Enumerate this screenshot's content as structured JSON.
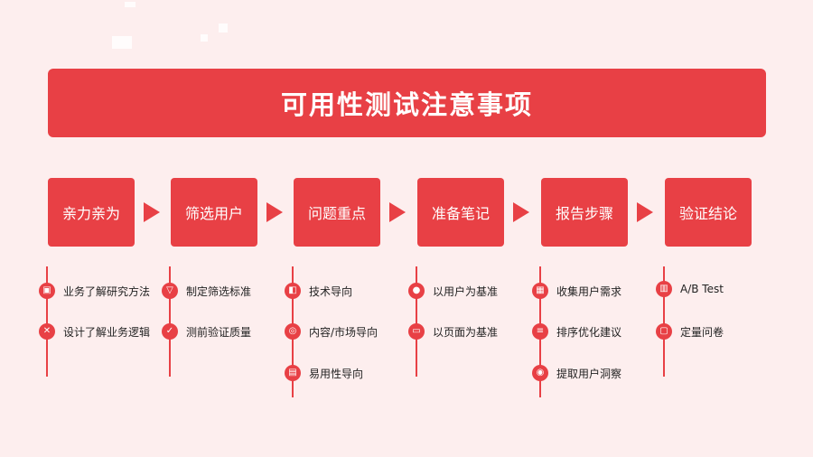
{
  "title": "可用性测试注意事项",
  "colors": {
    "accent": "#e84045",
    "background": "#fdeeee",
    "text": "#222222"
  },
  "steps": [
    {
      "label": "亲力亲为",
      "items": [
        {
          "icon": "briefcase-icon",
          "label": "业务了解研究方法"
        },
        {
          "icon": "tools-icon",
          "label": "设计了解业务逻辑"
        }
      ]
    },
    {
      "label": "筛选用户",
      "items": [
        {
          "icon": "funnel-icon",
          "label": "制定筛选标准"
        },
        {
          "icon": "check-document-icon",
          "label": "测前验证质量"
        }
      ]
    },
    {
      "label": "问题重点",
      "items": [
        {
          "icon": "tech-icon",
          "label": "技术导向"
        },
        {
          "icon": "target-icon",
          "label": "内容/市场导向"
        },
        {
          "icon": "magnifier-document-icon",
          "label": "易用性导向"
        }
      ]
    },
    {
      "label": "准备笔记",
      "items": [
        {
          "icon": "user-icon",
          "label": "以用户为基准"
        },
        {
          "icon": "page-icon",
          "label": "以页面为基准"
        }
      ]
    },
    {
      "label": "报告步骤",
      "items": [
        {
          "icon": "collect-icon",
          "label": "收集用户需求"
        },
        {
          "icon": "list-icon",
          "label": "排序优化建议"
        },
        {
          "icon": "insight-user-icon",
          "label": "提取用户洞察"
        }
      ]
    },
    {
      "label": "验证结论",
      "items": [
        {
          "icon": "ab-test-icon",
          "label": "A/B Test"
        },
        {
          "icon": "clipboard-icon",
          "label": "定量问卷"
        }
      ]
    }
  ]
}
